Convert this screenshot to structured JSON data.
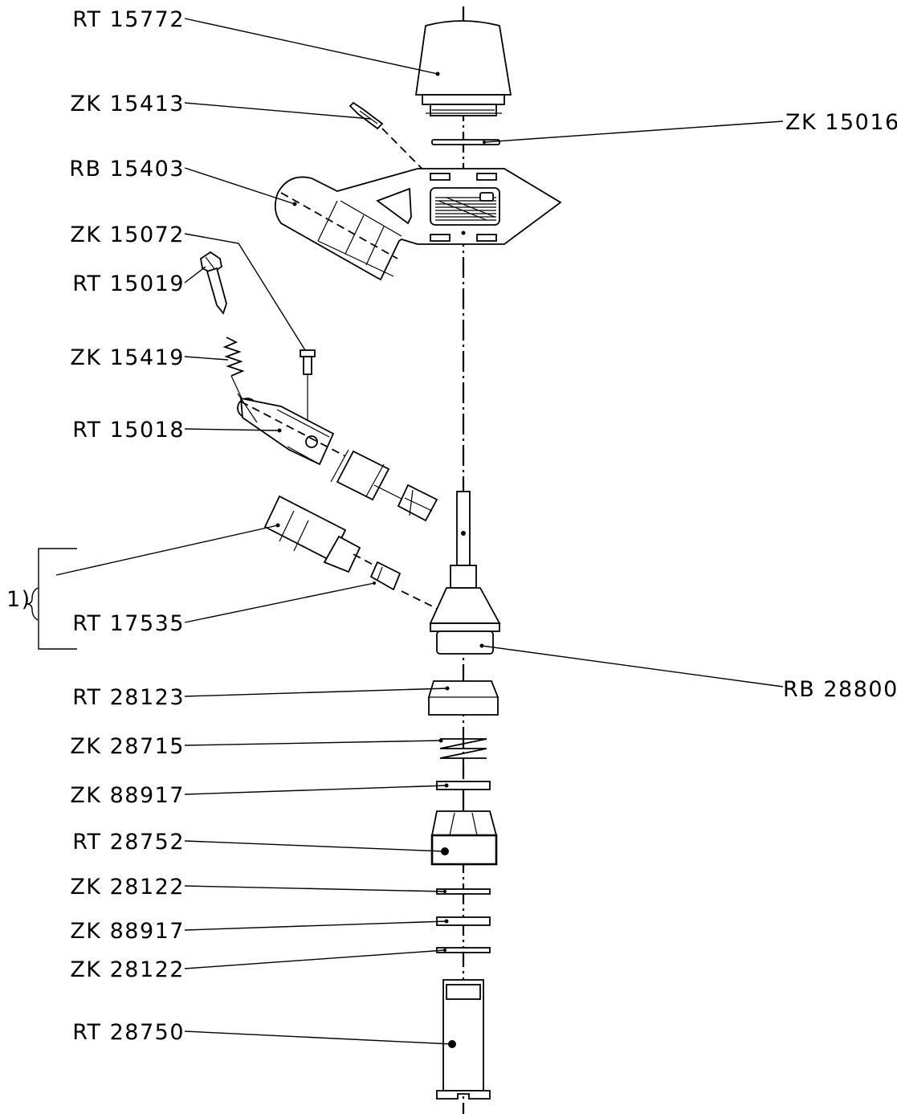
{
  "labels": {
    "rt15772": "RT 15772",
    "zk15413": "ZK 15413",
    "zk15016": "ZK 15016",
    "rb15403": "RB 15403",
    "zk15072": "ZK 15072",
    "rt15019": "RT 15019",
    "zk15419": "ZK 15419",
    "rt15018": "RT 15018",
    "note1": "1)",
    "rt17535": "RT 17535",
    "rb28800": "RB 28800",
    "rt28123": "RT 28123",
    "zk28715": "ZK 28715",
    "zk88917a": "ZK 88917",
    "rt28752": "RT 28752",
    "zk28122a": "ZK 28122",
    "zk88917b": "ZK 88917",
    "zk28122b": "ZK 28122",
    "rt28750": "RT 28750"
  }
}
